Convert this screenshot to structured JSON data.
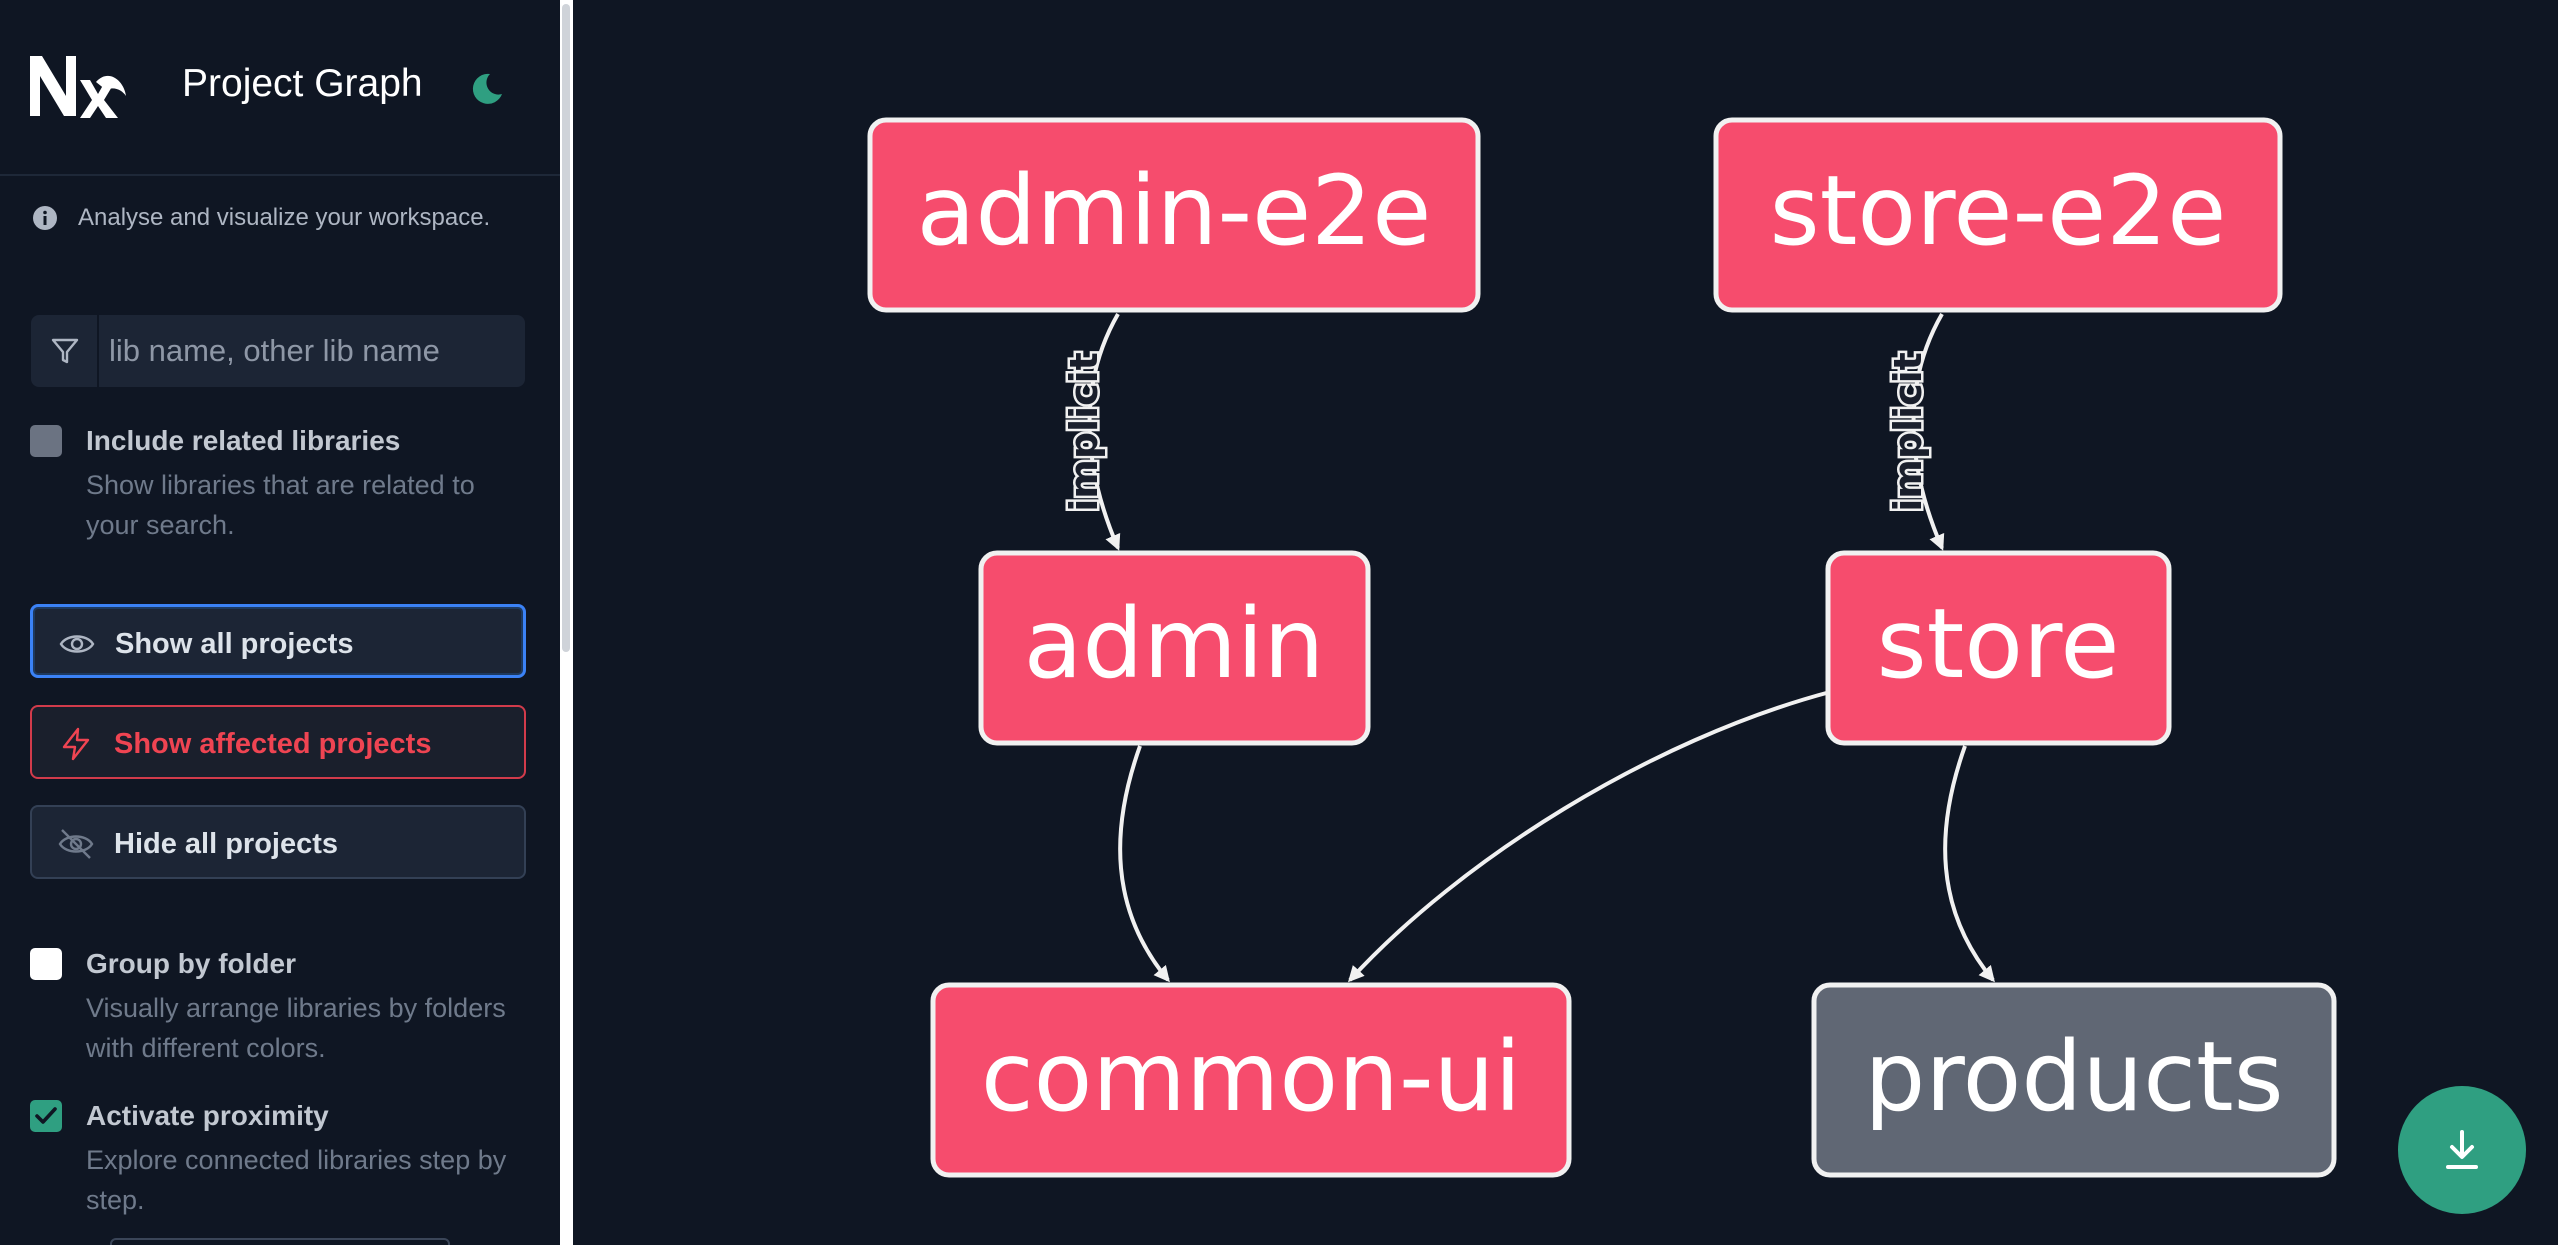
{
  "header": {
    "title": "Project Graph",
    "theme_icon": "moon-icon"
  },
  "info": {
    "text": "Analyse and visualize your workspace.",
    "icon": "info-icon"
  },
  "search": {
    "placeholder": "lib name, other lib name",
    "value": "",
    "icon": "filter-icon"
  },
  "include_related": {
    "label": "Include related libraries",
    "description": "Show libraries that are related to your search.",
    "checked": false
  },
  "buttons": {
    "show_all": "Show all projects",
    "show_affected": "Show affected projects",
    "hide_all": "Hide all projects"
  },
  "group_by_folder": {
    "label": "Group by folder",
    "description": "Visually arrange libraries by folders with different colors.",
    "checked": false
  },
  "proximity": {
    "label": "Activate proximity",
    "description": "Explore connected libraries step by step.",
    "checked": true
  },
  "graph": {
    "nodes": [
      {
        "id": "admin-e2e",
        "label": "admin-e2e",
        "affected": true
      },
      {
        "id": "store-e2e",
        "label": "store-e2e",
        "affected": true
      },
      {
        "id": "admin",
        "label": "admin",
        "affected": true
      },
      {
        "id": "store",
        "label": "store",
        "affected": true
      },
      {
        "id": "common-ui",
        "label": "common-ui",
        "affected": true
      },
      {
        "id": "products",
        "label": "products",
        "affected": false
      }
    ],
    "edges": [
      {
        "from": "admin-e2e",
        "to": "admin",
        "label": "implicit"
      },
      {
        "from": "store-e2e",
        "to": "store",
        "label": "implicit"
      },
      {
        "from": "admin",
        "to": "common-ui",
        "label": ""
      },
      {
        "from": "store",
        "to": "common-ui",
        "label": ""
      },
      {
        "from": "store",
        "to": "products",
        "label": ""
      }
    ]
  },
  "download_button": {
    "icon": "download-icon"
  },
  "colors": {
    "affected": "#f64c6d",
    "normal": "#606774",
    "accent": "#2f9f81",
    "danger": "#ef4452",
    "focus": "#3b82f6"
  }
}
